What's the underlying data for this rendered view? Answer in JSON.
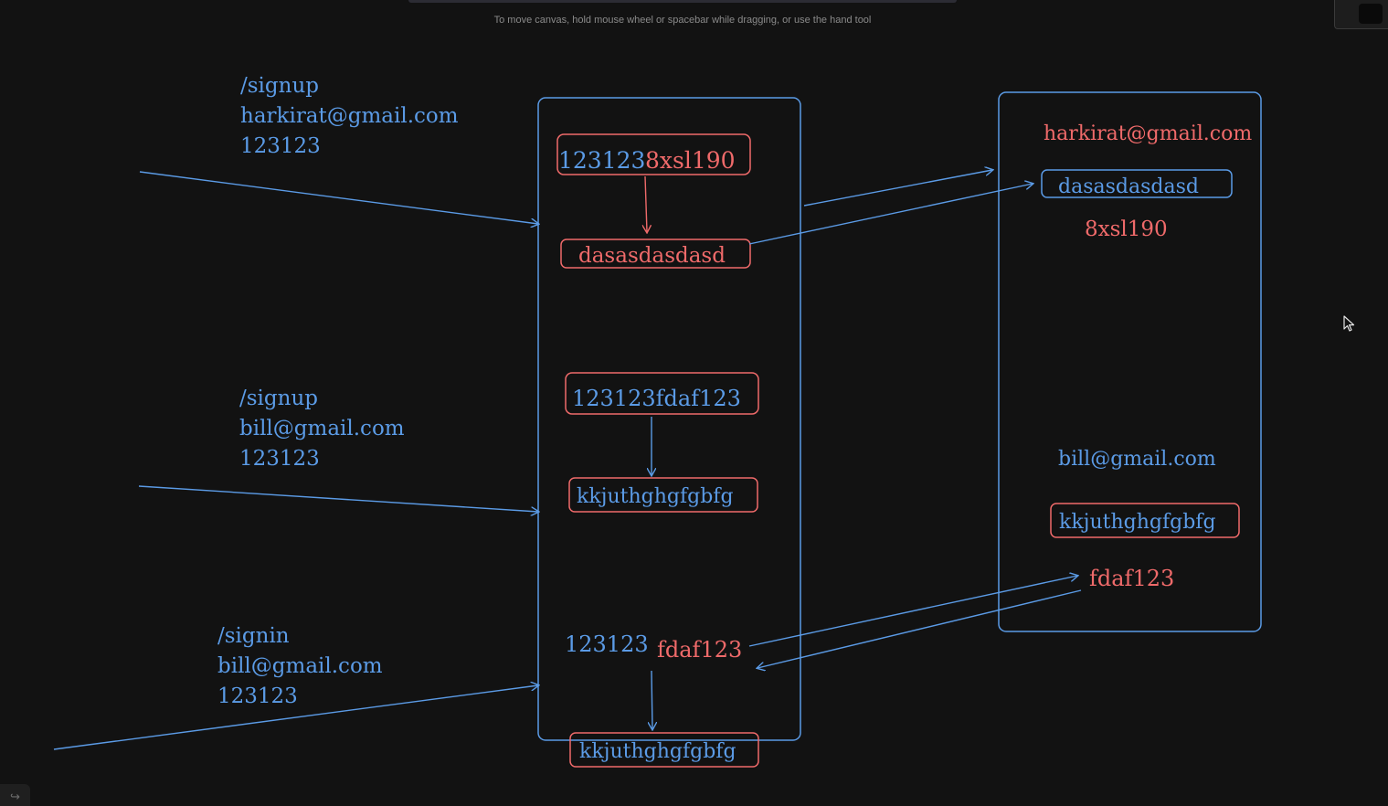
{
  "hint": "To move canvas, hold mouse wheel or spacebar while dragging, or use the hand tool",
  "colors": {
    "blue": "#5b9be6",
    "red": "#ef6a6a",
    "background": "#121212"
  },
  "requests": [
    {
      "route": "/signup",
      "email": "harkirat@gmail.com",
      "password": "123123"
    },
    {
      "route": "/signup",
      "email": "bill@gmail.com",
      "password": "123123"
    },
    {
      "route": "/signin",
      "email": "bill@gmail.com",
      "password": "123123"
    }
  ],
  "server": {
    "first": {
      "input_password": "123123",
      "input_salt": "8xsl190",
      "hash": "dasasdasdasd"
    },
    "second": {
      "input": "123123fdaf123",
      "hash": "kkjuthghgfgbfg"
    },
    "third": {
      "password": "123123",
      "salt": "fdaf123",
      "hash": "kkjuthghgfgbfg"
    }
  },
  "database": {
    "first": {
      "email": "harkirat@gmail.com",
      "hash": "dasasdasdasd",
      "salt": "8xsl190"
    },
    "second": {
      "email": "bill@gmail.com",
      "hash": "kkjuthghgfgbfg",
      "salt": "fdaf123"
    }
  },
  "icons": {
    "redo": "redo-icon",
    "cursor": "mouse-pointer-icon"
  }
}
